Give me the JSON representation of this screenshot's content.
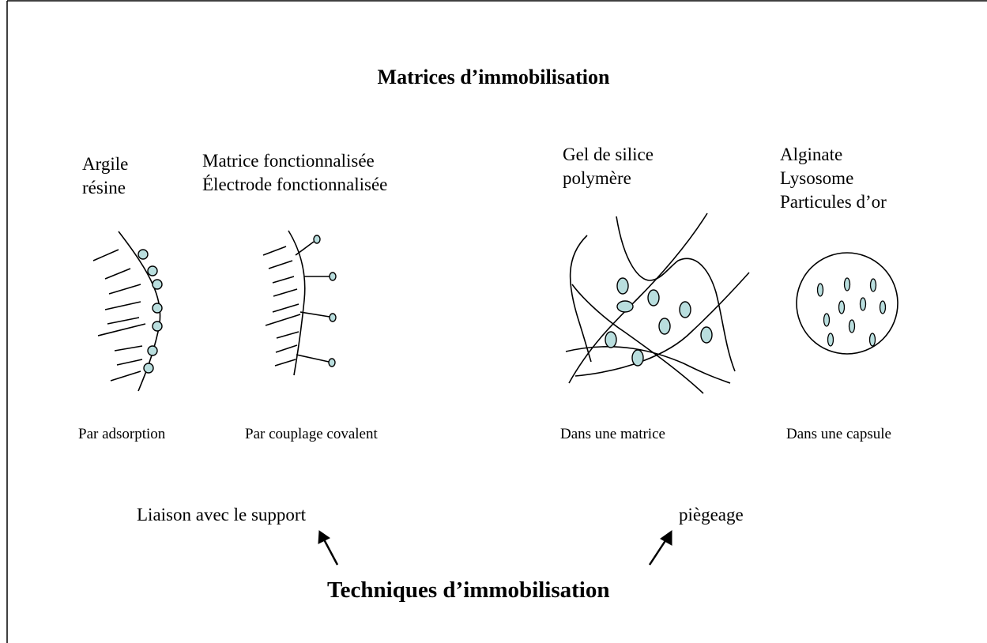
{
  "title": "Matrices d’immobilisation",
  "footer_title": "Techniques d’immobilisation",
  "groups": {
    "binding": "Liaison avec le support",
    "entrapment": "piègeage"
  },
  "panels": [
    {
      "id": "adsorption",
      "materials": [
        "Argile",
        "résine"
      ],
      "method": "Par adsorption"
    },
    {
      "id": "covalent",
      "materials": [
        "Matrice fonctionnalisée",
        "Électrode fonctionnalisée"
      ],
      "method": "Par couplage covalent"
    },
    {
      "id": "matrix",
      "materials": [
        "Gel de silice",
        "polymère"
      ],
      "method": "Dans une matrice"
    },
    {
      "id": "capsule",
      "materials": [
        "Alginate",
        "Lysosome",
        "Particules d’or"
      ],
      "method": "Dans une capsule"
    }
  ],
  "colors": {
    "particle_fill": "#b9dede",
    "stroke": "#000000",
    "background": "#ffffff"
  }
}
